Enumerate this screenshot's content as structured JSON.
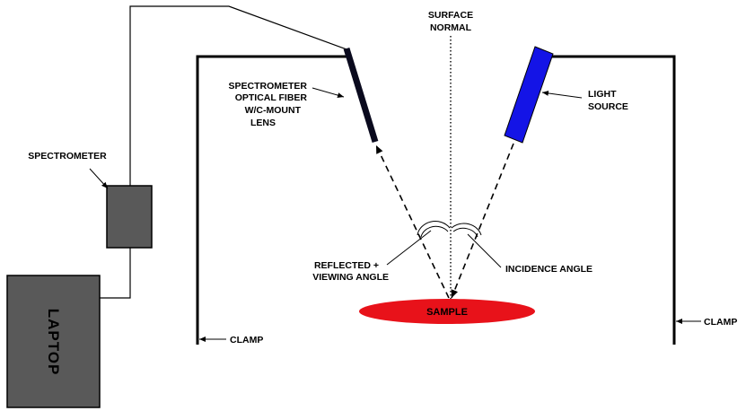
{
  "labels": {
    "surface_normal_line1": "SURFACE",
    "surface_normal_line2": "NORMAL",
    "spectrometer_fiber_line1": "SPECTROMETER",
    "spectrometer_fiber_line2": "OPTICAL FIBER",
    "spectrometer_fiber_line3": "W/C-MOUNT",
    "spectrometer_fiber_line4": "LENS",
    "light_source_line1": "LIGHT",
    "light_source_line2": "SOURCE",
    "spectrometer": "SPECTROMETER",
    "reflected_line1": "REFLECTED +",
    "reflected_line2": "VIEWING ANGLE",
    "incidence_angle": "INCIDENCE ANGLE",
    "sample": "SAMPLE",
    "laptop": "LAPTOP",
    "clamp_left": "CLAMP",
    "clamp_right": "CLAMP"
  },
  "colors": {
    "sample": "#e8121a",
    "light_source": "#1414e6",
    "fiber": "#0a0a1e",
    "laptop": "#595959",
    "spectrometer_box": "#595959",
    "frame": "#000000"
  }
}
